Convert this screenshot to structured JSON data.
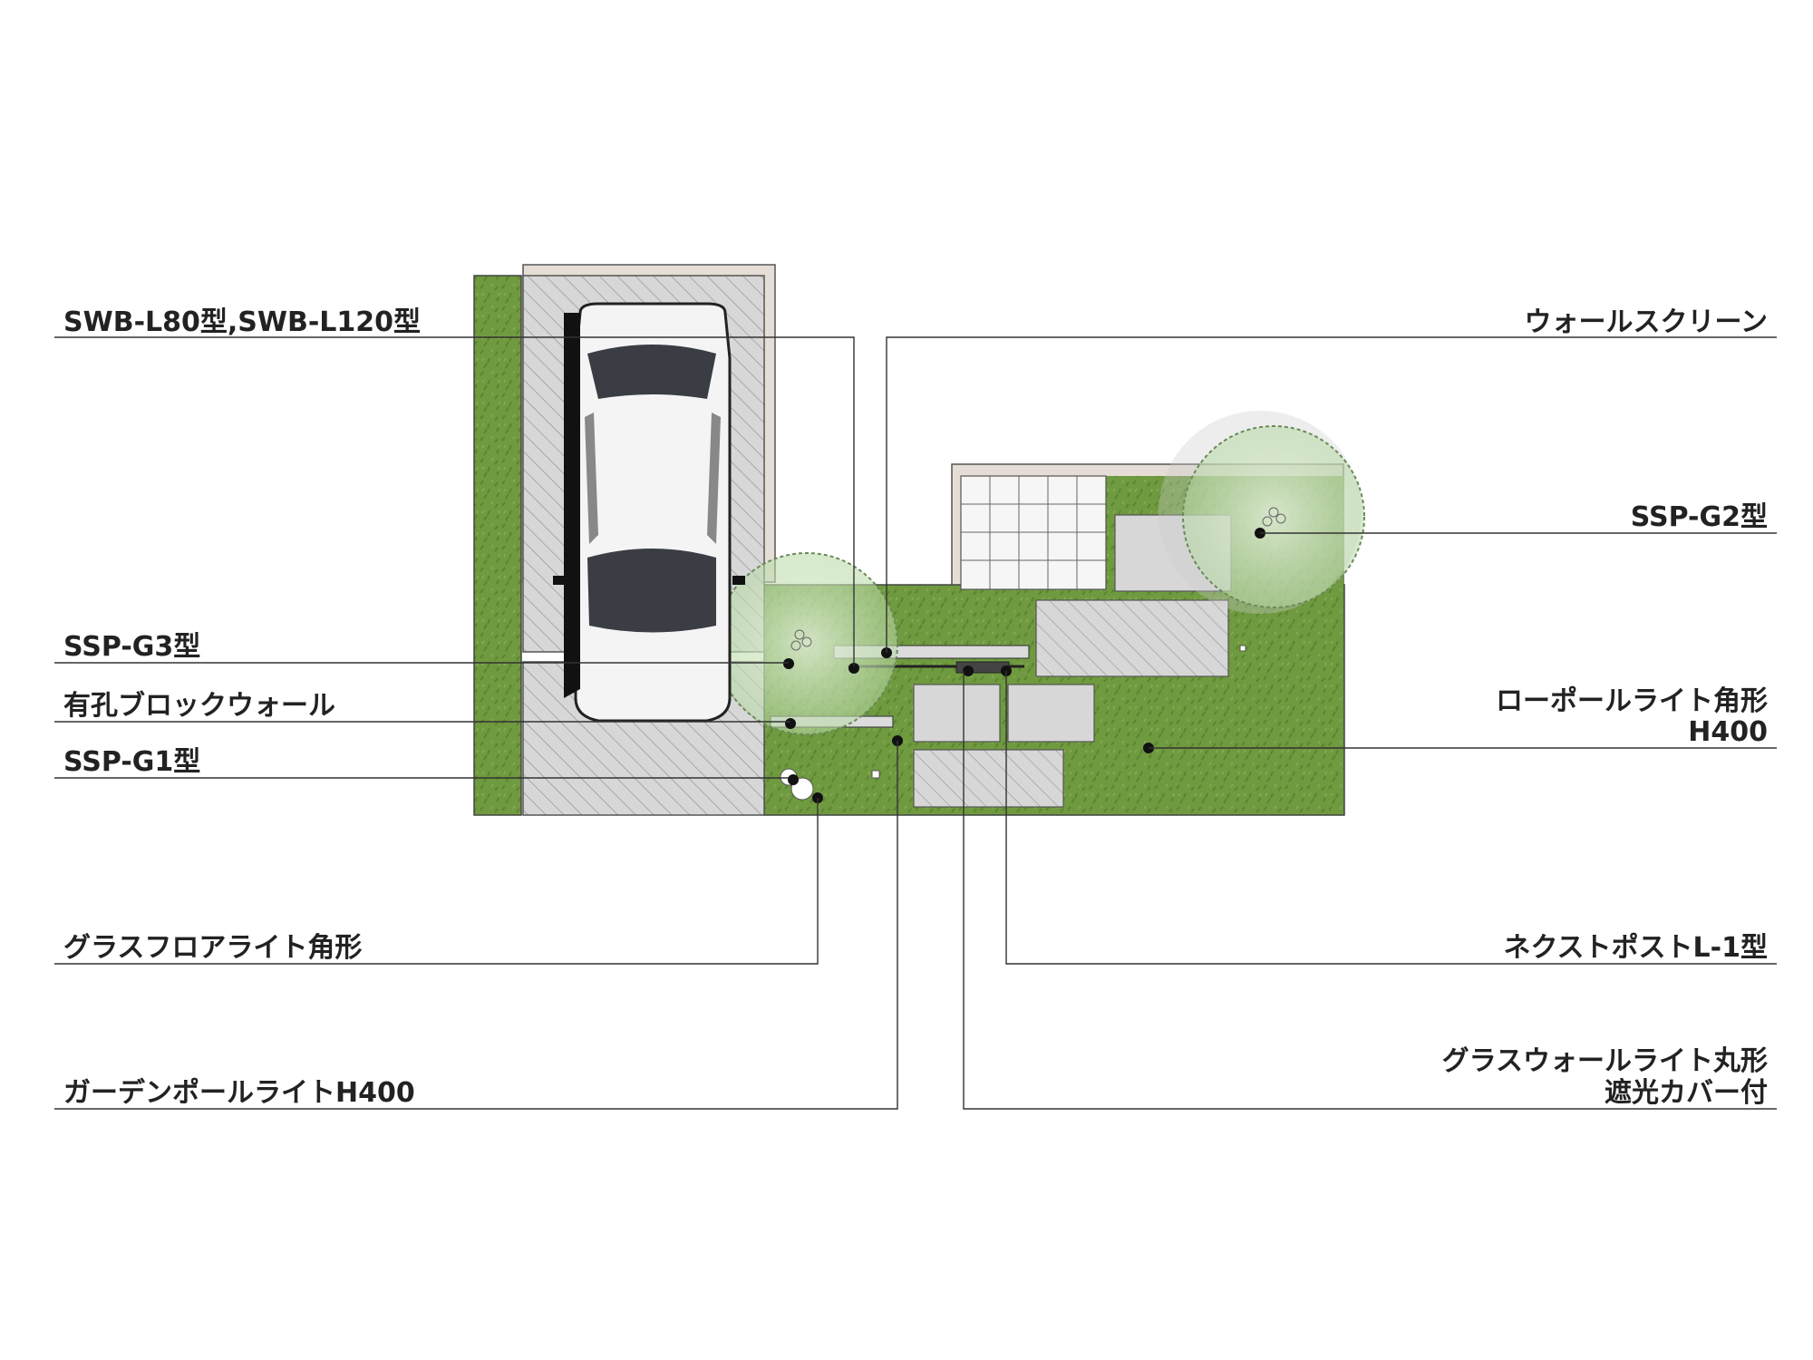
{
  "labels": {
    "swb_wall": "SWB-L80型,SWB-L120型",
    "ssp_g3": "SSP-G3型",
    "perforated_block_wall": "有孔ブロックウォール",
    "ssp_g1": "SSP-G1型",
    "glass_floor_light": "グラスフロアライト角形",
    "garden_pole_light": "ガーデンポールライトH400",
    "wall_screen": "ウォールスクリーン",
    "ssp_g2": "SSP-G2型",
    "low_pole_light_line1": "ローポールライト角形",
    "low_pole_light_line2": "H400",
    "next_post": "ネクストポストL-1型",
    "glass_wall_light_line1": "グラスウォールライト丸形",
    "glass_wall_light_line2": "遮光カバー付"
  },
  "colors": {
    "lawn": "#6f9a3f",
    "lawn_dark": "#5a8530",
    "concrete": "#d7d7d7",
    "border_wall": "#e6ded6",
    "leader_line": "#333333",
    "tree_canopy": "#cfe6c2",
    "car_body": "#f4f4f4",
    "car_glass": "#3a3d44"
  }
}
